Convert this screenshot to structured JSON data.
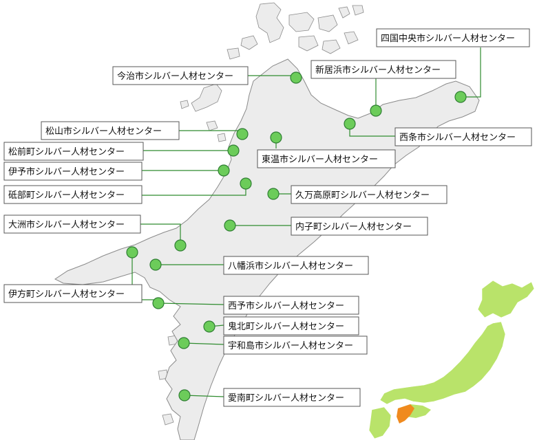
{
  "colors": {
    "marker_fill": "#6ccc5a",
    "marker_stroke": "#2e7d32",
    "leader_line": "#2e8b2e",
    "land_fill": "#ececec",
    "land_stroke": "#8a8a8a",
    "japan_fill": "#b9e36a",
    "ehime_highlight": "#f08a1e"
  },
  "centers": [
    {
      "id": "shikokuchuo",
      "label": "四国中央市シルバー人材センター"
    },
    {
      "id": "imabari",
      "label": "今治市シルバー人材センター"
    },
    {
      "id": "niihama",
      "label": "新居浜市シルバー人材センター"
    },
    {
      "id": "saijo",
      "label": "西条市シルバー人材センター"
    },
    {
      "id": "matsuyama",
      "label": "松山市シルバー人材センター"
    },
    {
      "id": "toon",
      "label": "東温市シルバー人材センター"
    },
    {
      "id": "masaki",
      "label": "松前町シルバー人材センター"
    },
    {
      "id": "iyo",
      "label": "伊予市シルバー人材センター"
    },
    {
      "id": "tobe",
      "label": "砥部町シルバー人材センター"
    },
    {
      "id": "kumakogen",
      "label": "久万高原町シルバー人材センター"
    },
    {
      "id": "ozu",
      "label": "大洲市シルバー人材センター"
    },
    {
      "id": "uchiko",
      "label": "内子町シルバー人材センター"
    },
    {
      "id": "yawatahama",
      "label": "八幡浜市シルバー人材センター"
    },
    {
      "id": "ikata",
      "label": "伊方町シルバー人材センター"
    },
    {
      "id": "seiyo",
      "label": "西予市シルバー人材センター"
    },
    {
      "id": "kihoku",
      "label": "鬼北町シルバー人材センター"
    },
    {
      "id": "uwajima",
      "label": "宇和島市シルバー人材センター"
    },
    {
      "id": "ainan",
      "label": "愛南町シルバー人材センター"
    }
  ]
}
